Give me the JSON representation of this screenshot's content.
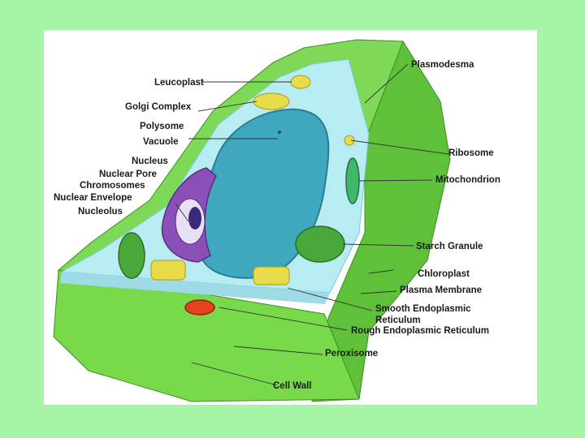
{
  "labels": {
    "plasmodesma": "Plasmodesma",
    "leucoplast": "Leucoplast",
    "golgi_complex": "Golgi Complex",
    "polysome": "Polysome",
    "vacuole": "Vacuole",
    "nucleus": "Nucleus",
    "nuclear_pore": "Nuclear Pore",
    "chromosomes": "Chromosomes",
    "nuclear_envelope": "Nuclear Envelope",
    "nucleolus": "Nucleolus",
    "ribosome": "Ribosome",
    "mitochondrion": "Mitochondrion",
    "starch_granule": "Starch Granule",
    "chloroplast": "Chloroplast",
    "plasma_membrane": "Plasma Membrane",
    "smooth_er_line1": "Smooth Endoplasmic",
    "smooth_er_line2": "Reticulum",
    "rough_er": "Rough Endoplasmic Reticulum",
    "peroxisome": "Peroxisome",
    "cell_wall": "Cell Wall"
  },
  "colors": {
    "slide_background": "#a6f5a6",
    "cell_wall": "#7ed957",
    "cytoplasm": "#b6ecf2",
    "vacuole": "#3fa8bf",
    "nucleus": "#8b4fb8",
    "chloroplast": "#49a83a",
    "golgi": "#e8dc4a",
    "peroxisome": "#e8411e"
  }
}
